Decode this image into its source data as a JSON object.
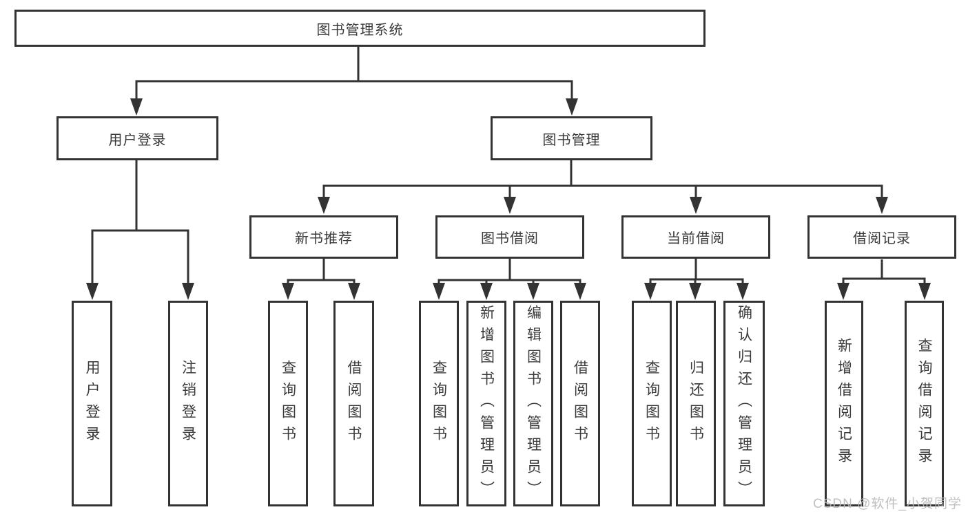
{
  "diagram_title": "图书管理系统",
  "tree": {
    "label": "图书管理系统",
    "children": [
      {
        "label": "用户登录",
        "children": [
          {
            "label": "用户登录"
          },
          {
            "label": "注销登录"
          }
        ]
      },
      {
        "label": "图书管理",
        "children": [
          {
            "label": "新书推荐",
            "children": [
              {
                "label": "查询图书"
              },
              {
                "label": "借阅图书"
              }
            ]
          },
          {
            "label": "图书借阅",
            "children": [
              {
                "label": "查询图书"
              },
              {
                "label": "新增图书（管理员）"
              },
              {
                "label": "编辑图书（管理员）"
              },
              {
                "label": "借阅图书"
              }
            ]
          },
          {
            "label": "当前借阅",
            "children": [
              {
                "label": "查询图书"
              },
              {
                "label": "归还图书"
              },
              {
                "label": "确认归还（管理员）"
              }
            ]
          },
          {
            "label": "借阅记录",
            "children": [
              {
                "label": "新增借阅记录"
              },
              {
                "label": "查询借阅记录"
              }
            ]
          }
        ]
      }
    ]
  },
  "watermark": {
    "text": "CSDN @软件_小贺同学"
  },
  "colors": {
    "line": "#333333",
    "box_border": "#333333",
    "text": "#3a3a3a",
    "watermark": "#b9b9b9",
    "background": "#ffffff"
  }
}
